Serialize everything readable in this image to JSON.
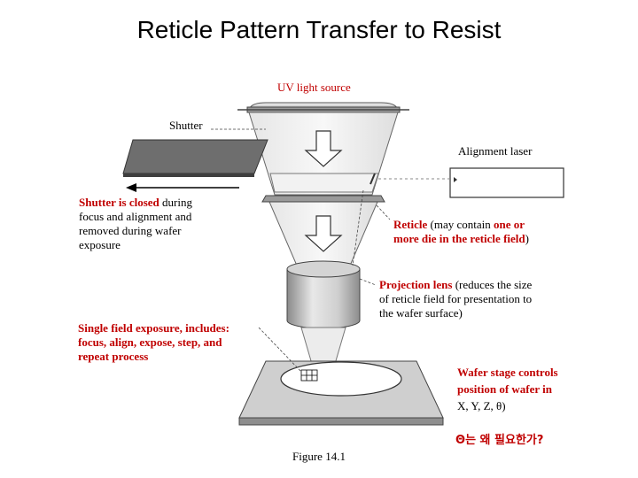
{
  "title": "Reticle Pattern Transfer to Resist",
  "labels": {
    "uv_light_source": "UV light source",
    "shutter": "Shutter",
    "alignment_laser": "Alignment laser",
    "figure": "Figure 14.1"
  },
  "shutter_note": {
    "highlight": "Shutter is closed",
    "line1_rest": " during",
    "line2": "focus and alignment and",
    "line3": "removed during wafer",
    "line4": "exposure"
  },
  "reticle_note": {
    "word": "Reticle",
    "rest1": " (may contain ",
    "highlight1": "one or",
    "highlight2": "more die in the reticle field",
    "close": ")"
  },
  "lens_note": {
    "word": "Projection lens",
    "rest1": " (reduces the size",
    "line2": "of reticle field for presentation to",
    "line3": "the wafer surface)"
  },
  "single_field_note": {
    "line1": "Single field exposure, includes:",
    "line2": "focus, align, expose, step, and",
    "line3": "repeat process"
  },
  "wafer_stage_note": {
    "line1": "Wafer stage controls",
    "line2": "position of wafer in",
    "line3": "X, Y, Z, θ)"
  },
  "question": {
    "theta": "Θ",
    "text": "는 왜 필요한가?"
  },
  "colors": {
    "accent_red": "#c00000",
    "shutter_plate": "#6e6e6e",
    "stage": "#cfcfcf",
    "lens": "#bdbdbd"
  }
}
